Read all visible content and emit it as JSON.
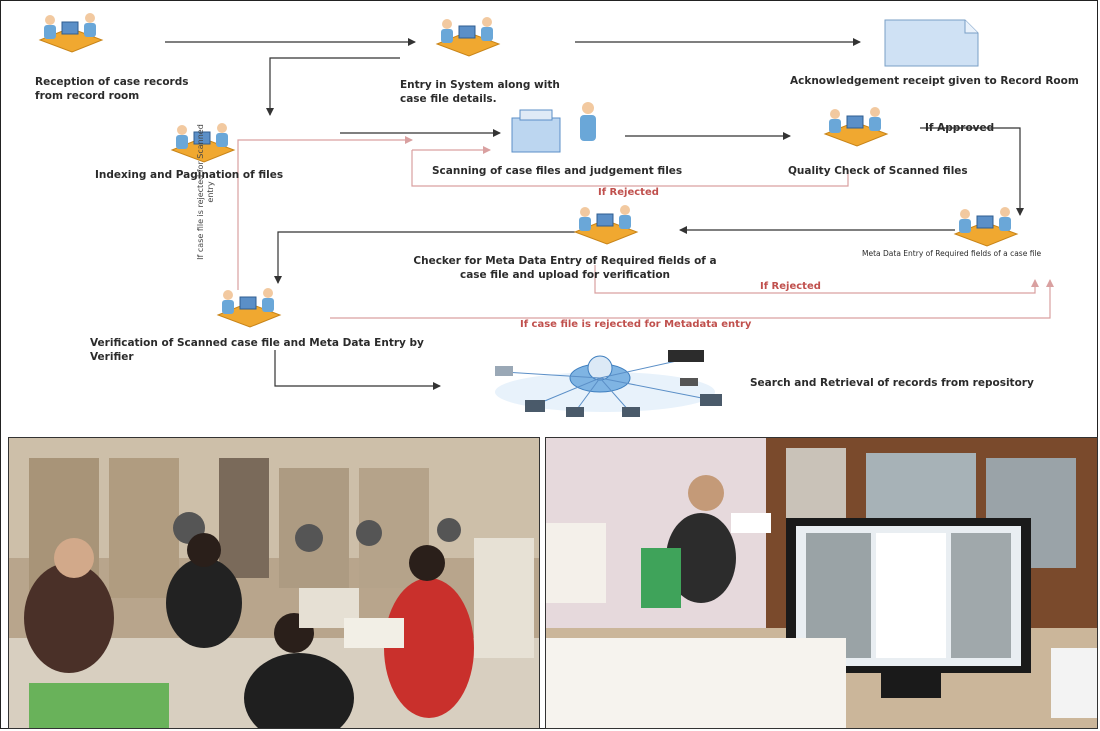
{
  "diagram": {
    "steps": {
      "reception": "Reception of case records from record room",
      "entry": "Entry in System along with case file details.",
      "acknowledgement": "Acknowledgement receipt given to Record Room",
      "indexing": "Indexing and Pagination of files",
      "scanning": "Scanning of case files and judgement files",
      "quality": "Quality Check of Scanned files",
      "metadata_entry": "Meta Data Entry of Required fields of a case file",
      "checker": "Checker for Meta Data Entry of Required fields of a case file and upload for verification",
      "verification": "Verification of Scanned case file and Meta Data Entry by Verifier",
      "search": "Search and Retrieval of records from repository"
    },
    "edge_labels": {
      "if_approved": "If Approved",
      "if_rejected_1": "If Rejected",
      "if_rejected_2": "If Rejected",
      "rejected_metadata": "If case file is rejected for Metadata entry",
      "rejected_scanned": "If case file is rejected for Scanned entry"
    },
    "colors": {
      "arrow": "#333333",
      "reject_arrow": "#d9a0a0",
      "reject_text": "#c0504d",
      "desk": "#f0a830",
      "person": "#6aa7d8"
    }
  },
  "photos": {
    "left": {
      "icon": "office-staff-sorting-files-photo"
    },
    "right": {
      "icon": "computer-workstation-scanning-photo"
    }
  }
}
